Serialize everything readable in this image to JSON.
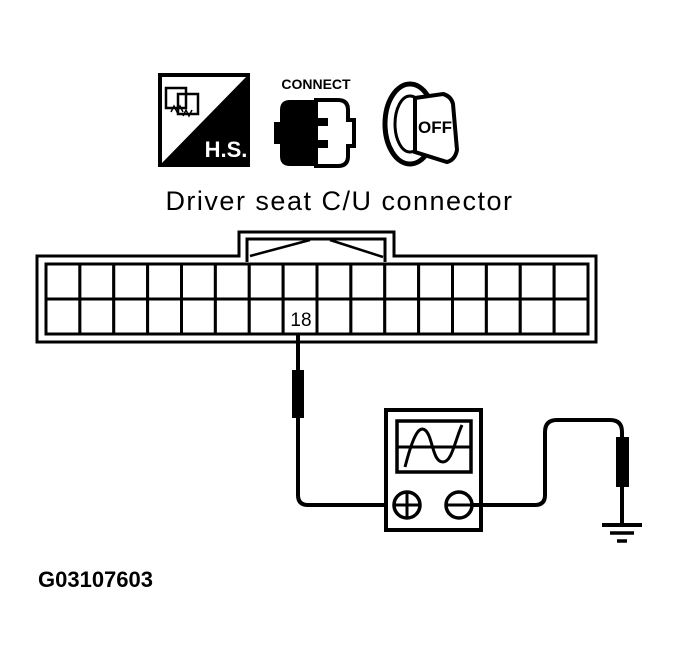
{
  "diagram": {
    "title": "Driver seat C/U connector",
    "figure_id": "G03107603",
    "icons": [
      {
        "name": "harness-connector-icon",
        "label": "H.S."
      },
      {
        "name": "connect-icon",
        "label": "CONNECT"
      },
      {
        "name": "ignition-switch-off-icon",
        "label": "OFF"
      }
    ],
    "connector": {
      "columns": 16,
      "rows": 2,
      "probe_terminal": "18"
    },
    "tester": {
      "type": "oscilloscope",
      "positive_symbol": "+",
      "negative_symbol": "−"
    },
    "ground_symbol": "ground-icon",
    "colors": {
      "ink": "#000000",
      "paper": "#ffffff"
    }
  }
}
